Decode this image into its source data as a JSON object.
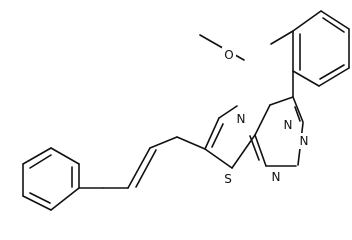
{
  "colors": {
    "ink": "#111111",
    "background": "#ffffff"
  },
  "molecule": {
    "atoms": [
      {
        "id": "O1",
        "label": "O"
      },
      {
        "id": "N1",
        "label": "N"
      },
      {
        "id": "N2",
        "label": "N"
      },
      {
        "id": "N3",
        "label": "N"
      },
      {
        "id": "N4",
        "label": "N"
      },
      {
        "id": "S1",
        "label": "S"
      }
    ]
  }
}
